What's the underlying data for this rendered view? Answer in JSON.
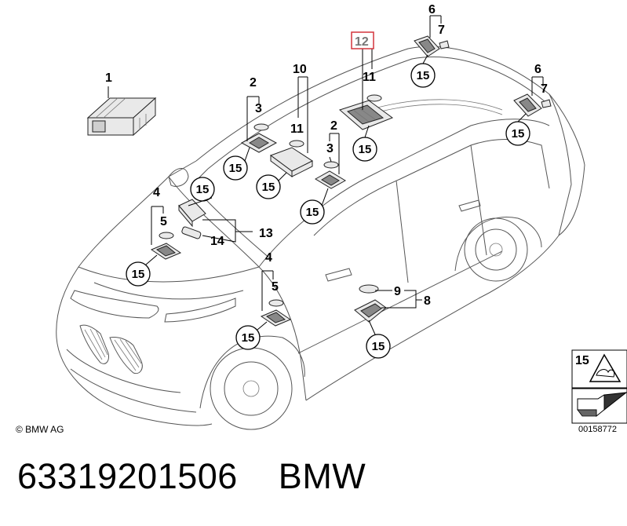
{
  "callouts": {
    "n1": "1",
    "n2": "2",
    "n3": "3",
    "n4": "4",
    "n5": "5",
    "n6": "6",
    "n7": "7",
    "n8": "8",
    "n9": "9",
    "n10": "10",
    "n11": "11",
    "n12": "12",
    "n13": "13",
    "n14": "14",
    "n15": "15"
  },
  "highlight_color": "#d4343c",
  "copyright": "© BMW AG",
  "drawing_number": "00158772",
  "part_number_line": "63319201506    BMW"
}
